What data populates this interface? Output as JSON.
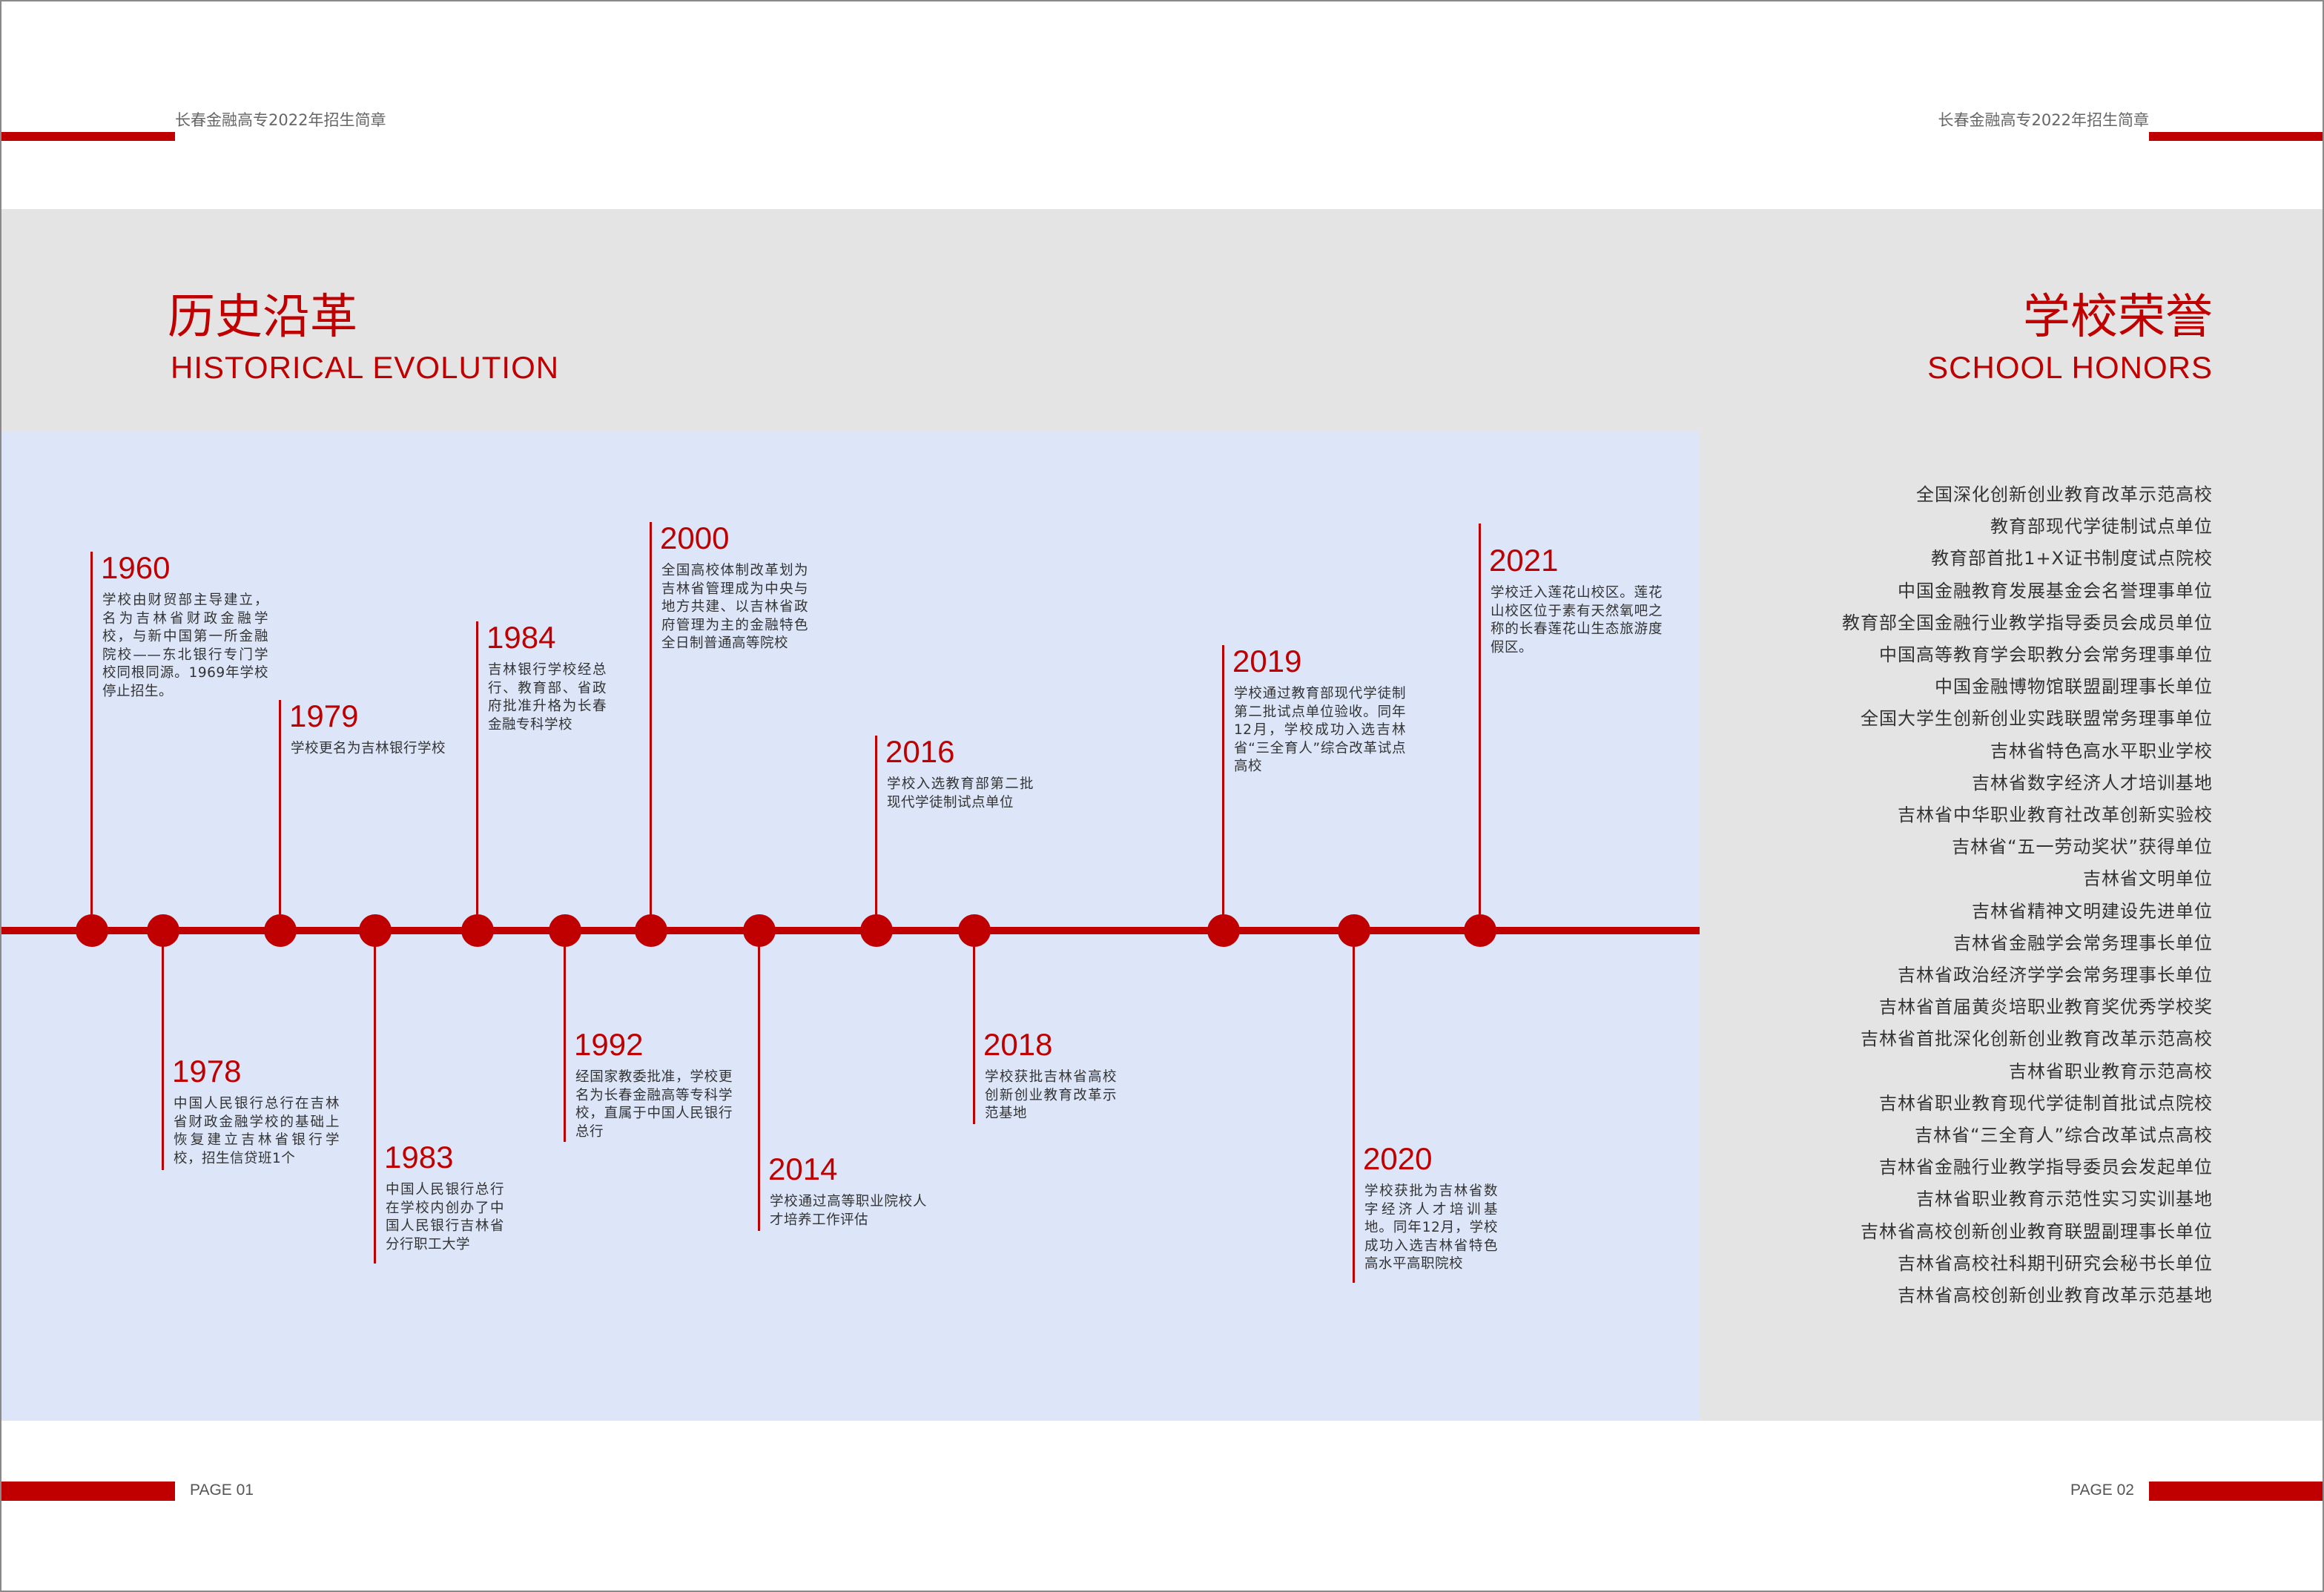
{
  "header": {
    "left_title": "长春金融高专2022年招生简章",
    "right_title": "长春金融高专2022年招生简章"
  },
  "history": {
    "title_cn": "历史沿革",
    "title_en": "HISTORICAL EVOLUTION"
  },
  "honors_section": {
    "title_cn": "学校荣誉",
    "title_en": "SCHOOL HONORS",
    "items": [
      "全国深化创新创业教育改革示范高校",
      "教育部现代学徒制试点单位",
      "教育部首批1+X证书制度试点院校",
      "中国金融教育发展基金会名誉理事单位",
      "教育部全国金融行业教学指导委员会成员单位",
      "中国高等教育学会职教分会常务理事单位",
      "中国金融博物馆联盟副理事长单位",
      "全国大学生创新创业实践联盟常务理事单位",
      "吉林省特色高水平职业学校",
      "吉林省数字经济人才培训基地",
      "吉林省中华职业教育社改革创新实验校",
      "吉林省“五一劳动奖状”获得单位",
      "吉林省文明单位",
      "吉林省精神文明建设先进单位",
      "吉林省金融学会常务理事长单位",
      "吉林省政治经济学学会常务理事长单位",
      "吉林省首届黄炎培职业教育奖优秀学校奖",
      "吉林省首批深化创新创业教育改革示范高校",
      "吉林省职业教育示范高校",
      "吉林省职业教育现代学徒制首批试点院校",
      "吉林省“三全育人”综合改革试点高校",
      "吉林省金融行业教学指导委员会发起单位",
      "吉林省职业教育示范性实习实训基地",
      "吉林省高校创新创业教育联盟副理事长单位",
      "吉林省高校社科期刊研究会秘书长单位",
      "吉林省高校创新创业教育改革示范基地"
    ]
  },
  "timeline": {
    "events": [
      {
        "year": "1960",
        "text": "学校由财贸部主导建立，名为吉林省财政金融学校，与新中国第一所金融院校——东北银行专门学校同根同源。1969年学校停止招生。"
      },
      {
        "year": "1978",
        "text": "中国人民银行总行在吉林省财政金融学校的基础上恢复建立吉林省银行学校，招生信贷班1个"
      },
      {
        "year": "1979",
        "text": "学校更名为吉林银行学校"
      },
      {
        "year": "1983",
        "text": "中国人民银行总行在学校内创办了中国人民银行吉林省分行职工大学"
      },
      {
        "year": "1984",
        "text": "吉林银行学校经总行、教育部、省政府批准升格为长春金融专科学校"
      },
      {
        "year": "1992",
        "text": "经国家教委批准，学校更名为长春金融高等专科学校，直属于中国人民银行总行"
      },
      {
        "year": "2000",
        "text": "全国高校体制改革划为吉林省管理成为中央与地方共建、以吉林省政府管理为主的金融特色全日制普通高等院校"
      },
      {
        "year": "2014",
        "text": "学校通过高等职业院校人才培养工作评估"
      },
      {
        "year": "2016",
        "text": "学校入选教育部第二批现代学徒制试点单位"
      },
      {
        "year": "2018",
        "text": "学校获批吉林省高校创新创业教育改革示范基地"
      },
      {
        "year": "2019",
        "text": "学校通过教育部现代学徒制第二批试点单位验收。同年12月，学校成功入选吉林省“三全育人”综合改革试点高校"
      },
      {
        "year": "2020",
        "text": "学校获批为吉林省数字经济人才培训基地。同年12月，学校成功入选吉林省特色高水平高职院校"
      },
      {
        "year": "2021",
        "text": "学校迁入莲花山校区。莲花山校区位于素有天然氧吧之称的长春莲花山生态旅游度假区。"
      }
    ]
  },
  "footer": {
    "left_page": "PAGE  01",
    "right_page": "PAGE  02"
  },
  "colors": {
    "accent": "#c00000",
    "band": "#e4e4e4",
    "timeline_panel": "#dce6f8"
  }
}
